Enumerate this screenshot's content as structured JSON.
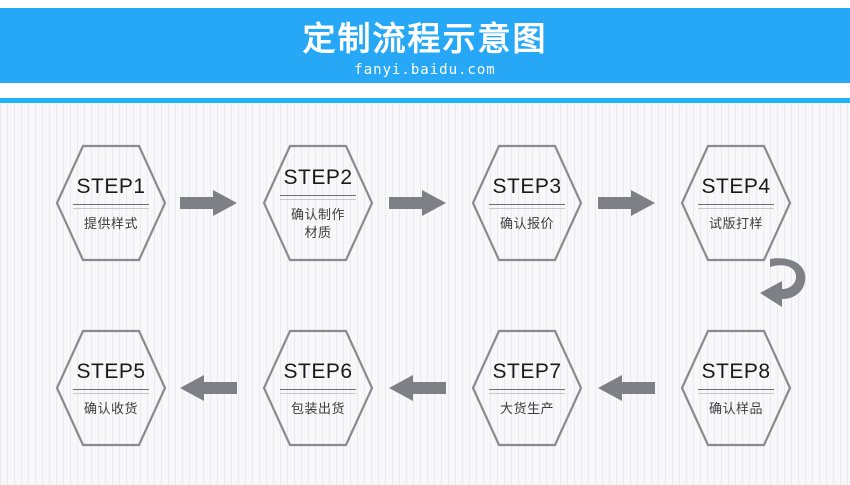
{
  "header": {
    "title": "定制流程示意图",
    "subtitle": "fanyi.baidu.com",
    "band_color": "#27a8f7",
    "accent_rule_color": "#1fb6ff",
    "title_color": "#ffffff"
  },
  "canvas": {
    "background_color": "#f8f7f9",
    "hex_stroke_color": "#8a8a92",
    "arrow_color": "#7f7f86"
  },
  "flow": {
    "steps": [
      {
        "step": "STEP1",
        "desc": "提供样式"
      },
      {
        "step": "STEP2",
        "desc": "确认制作\n材质"
      },
      {
        "step": "STEP3",
        "desc": "确认报价"
      },
      {
        "step": "STEP4",
        "desc": "试版打样"
      },
      {
        "step": "STEP5",
        "desc": "确认收货"
      },
      {
        "step": "STEP6",
        "desc": "包装出货"
      },
      {
        "step": "STEP7",
        "desc": "大货生产"
      },
      {
        "step": "STEP8",
        "desc": "确认样品"
      }
    ],
    "connectors": [
      {
        "name": "arrow-step1-to-step2",
        "direction": "right"
      },
      {
        "name": "arrow-step2-to-step3",
        "direction": "right"
      },
      {
        "name": "arrow-step3-to-step4",
        "direction": "right"
      },
      {
        "name": "arrow-step4-to-step8",
        "direction": "curved-down-left"
      },
      {
        "name": "arrow-step8-to-step7",
        "direction": "left"
      },
      {
        "name": "arrow-step7-to-step6",
        "direction": "left"
      },
      {
        "name": "arrow-step6-to-step5",
        "direction": "left"
      }
    ]
  }
}
